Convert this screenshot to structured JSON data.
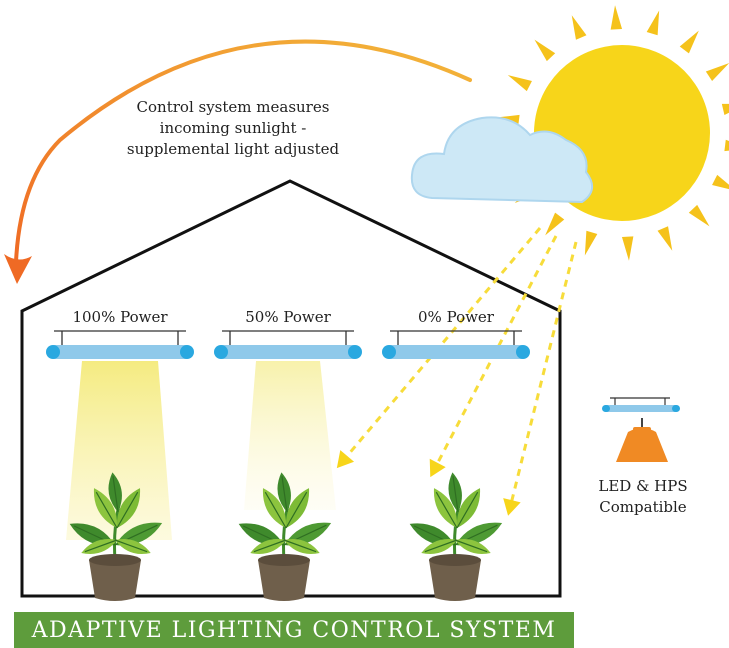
{
  "caption": {
    "line1": "Control system measures",
    "line2": "incoming sunlight -",
    "line3": "supplemental light adjusted"
  },
  "lamps": [
    {
      "label": "100% Power",
      "power": 1.0
    },
    {
      "label": "50% Power",
      "power": 0.5
    },
    {
      "label": "0% Power",
      "power": 0.0
    }
  ],
  "legend": {
    "line1": "LED & HPS",
    "line2": "Compatible"
  },
  "banner": {
    "title": "ADAPTIVE LIGHTING CONTROL SYSTEM"
  },
  "colors": {
    "sun": "#f7d51a",
    "sun_rays": "#f5c21b",
    "cloud": "#cde8f6",
    "cloud_outline": "#aed6ee",
    "arc_start": "#f0a830",
    "arc_end": "#ef6a24",
    "lamp_tube": "#8fc9ea",
    "lamp_cap": "#2aa8e0",
    "light_beam": "#f7ef8c",
    "leaf_dark": "#3f8a2c",
    "leaf_light": "#8cc43e",
    "pot": "#6f5f4b",
    "hps_lamp": "#f08a24",
    "banner": "#5e9c3c"
  },
  "icons": [
    "sun-icon",
    "cloud-icon",
    "arrow-icon",
    "led-fixture-icon",
    "hps-lamp-icon",
    "plant-icon"
  ]
}
